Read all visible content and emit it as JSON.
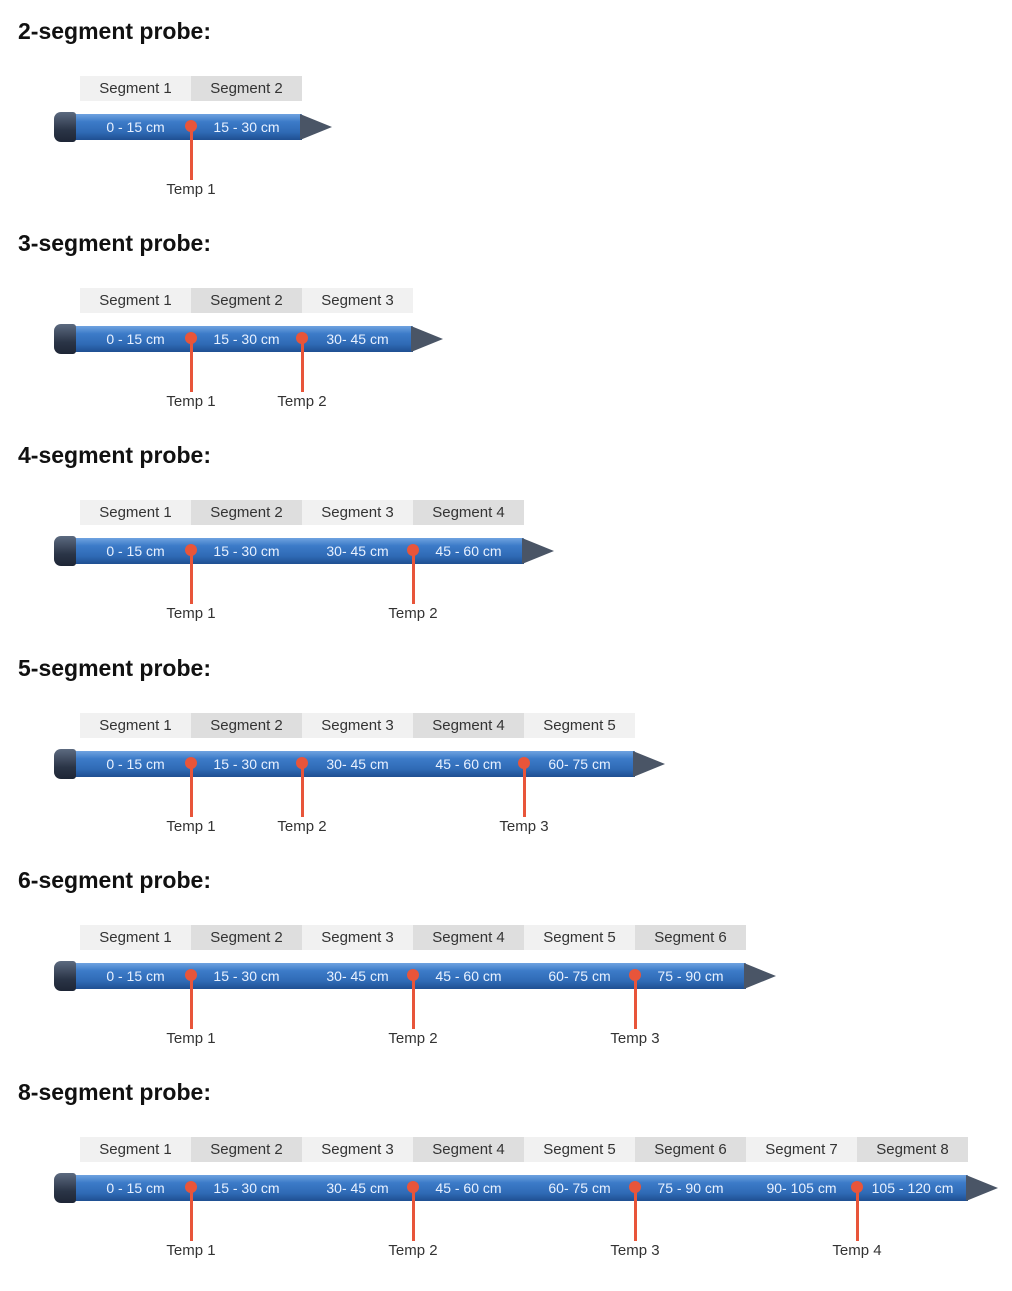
{
  "probes": [
    {
      "title": "2-segment probe:",
      "segments": [
        "Segment 1",
        "Segment 2"
      ],
      "ranges": [
        "0 - 15 cm",
        "15 - 30 cm"
      ],
      "temps": [
        {
          "label": "Temp 1",
          "after_segment": 1
        }
      ]
    },
    {
      "title": "3-segment probe:",
      "segments": [
        "Segment 1",
        "Segment 2",
        "Segment 3"
      ],
      "ranges": [
        "0 - 15 cm",
        "15 - 30 cm",
        "30- 45 cm"
      ],
      "temps": [
        {
          "label": "Temp 1",
          "after_segment": 1
        },
        {
          "label": "Temp 2",
          "after_segment": 2
        }
      ]
    },
    {
      "title": "4-segment probe:",
      "segments": [
        "Segment 1",
        "Segment 2",
        "Segment 3",
        "Segment 4"
      ],
      "ranges": [
        "0 - 15 cm",
        "15 - 30 cm",
        "30- 45 cm",
        "45 - 60 cm"
      ],
      "temps": [
        {
          "label": "Temp 1",
          "after_segment": 1
        },
        {
          "label": "Temp 2",
          "after_segment": 3
        }
      ]
    },
    {
      "title": "5-segment probe:",
      "segments": [
        "Segment 1",
        "Segment 2",
        "Segment 3",
        "Segment 4",
        "Segment 5"
      ],
      "ranges": [
        "0 - 15 cm",
        "15 - 30 cm",
        "30- 45 cm",
        "45 - 60 cm",
        "60- 75 cm"
      ],
      "temps": [
        {
          "label": "Temp 1",
          "after_segment": 1
        },
        {
          "label": "Temp 2",
          "after_segment": 2
        },
        {
          "label": "Temp 3",
          "after_segment": 4
        }
      ]
    },
    {
      "title": "6-segment probe:",
      "segments": [
        "Segment 1",
        "Segment 2",
        "Segment 3",
        "Segment 4",
        "Segment 5",
        "Segment 6"
      ],
      "ranges": [
        "0 - 15 cm",
        "15 - 30 cm",
        "30- 45 cm",
        "45 - 60 cm",
        "60- 75 cm",
        "75 - 90 cm"
      ],
      "temps": [
        {
          "label": "Temp 1",
          "after_segment": 1
        },
        {
          "label": "Temp 2",
          "after_segment": 3
        },
        {
          "label": "Temp 3",
          "after_segment": 5
        }
      ]
    },
    {
      "title": "8-segment probe:",
      "segments": [
        "Segment 1",
        "Segment 2",
        "Segment 3",
        "Segment 4",
        "Segment 5",
        "Segment 6",
        "Segment 7",
        "Segment 8"
      ],
      "ranges": [
        "0 - 15 cm",
        "15 - 30 cm",
        "30- 45 cm",
        "45 - 60 cm",
        "60- 75 cm",
        "75 - 90 cm",
        "90- 105 cm",
        "105 - 120 cm"
      ],
      "temps": [
        {
          "label": "Temp 1",
          "after_segment": 1
        },
        {
          "label": "Temp 2",
          "after_segment": 3
        },
        {
          "label": "Temp 3",
          "after_segment": 5
        },
        {
          "label": "Temp 4",
          "after_segment": 7
        }
      ]
    }
  ]
}
